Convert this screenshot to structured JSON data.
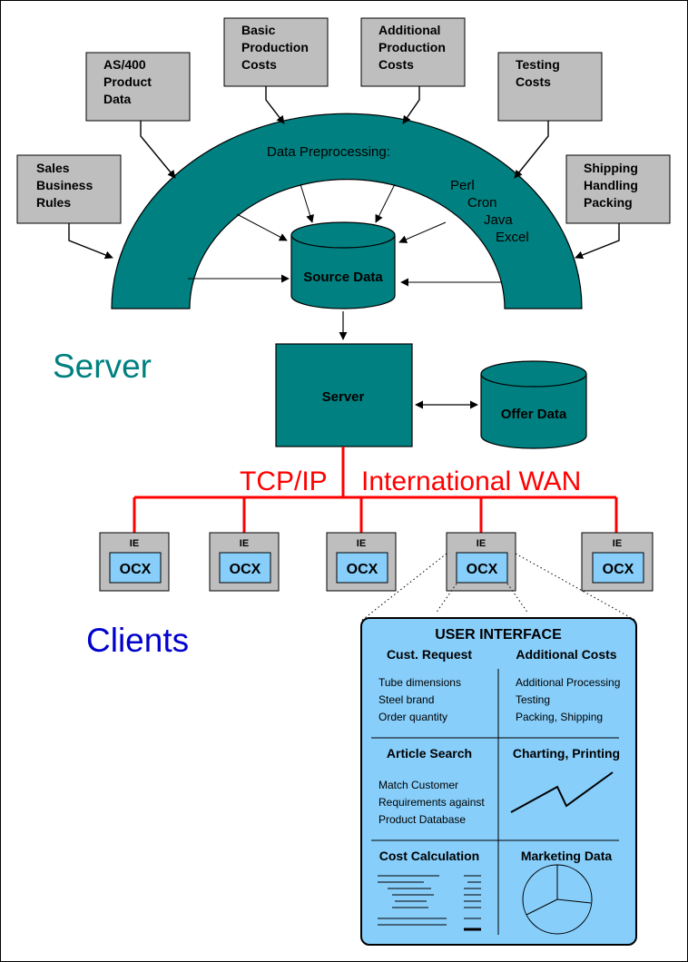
{
  "colors": {
    "teal": "#008080",
    "wan": "#ff0000",
    "gray_box": "#bebebe",
    "client_blue": "#87cefa",
    "clients_label": "#0000cd",
    "line": "#000000"
  },
  "inputs": {
    "sales": [
      "Sales",
      "Business",
      "Rules"
    ],
    "as400": [
      "AS/400",
      "Product",
      "Data"
    ],
    "basic": [
      "Basic",
      "Production",
      "Costs"
    ],
    "additional": [
      "Additional",
      "Production",
      "Costs"
    ],
    "testing": [
      "Testing",
      "Costs"
    ],
    "shipping": [
      "Shipping",
      "Handling",
      "Packing"
    ]
  },
  "preprocessing": {
    "title": "Data Preprocessing:",
    "tools": [
      "Perl",
      "Cron",
      "Java",
      "Excel"
    ]
  },
  "source_data": "Source Data",
  "server_section_label": "Server",
  "server_box": "Server",
  "offer_data": "Offer Data",
  "network": {
    "protocol": "TCP/IP",
    "wan": "International WAN"
  },
  "clients_label": "Clients",
  "client_nodes": [
    {
      "browser": "IE",
      "control": "OCX"
    },
    {
      "browser": "IE",
      "control": "OCX"
    },
    {
      "browser": "IE",
      "control": "OCX"
    },
    {
      "browser": "IE",
      "control": "OCX"
    },
    {
      "browser": "IE",
      "control": "OCX"
    }
  ],
  "ui": {
    "title": "USER INTERFACE",
    "cust_request": {
      "heading": "Cust. Request",
      "lines": [
        "Tube dimensions",
        "Steel brand",
        "Order quantity"
      ]
    },
    "additional_costs": {
      "heading": "Additional Costs",
      "lines": [
        "Additional Processing",
        "Testing",
        "Packing, Shipping"
      ]
    },
    "article_search": {
      "heading": "Article Search",
      "lines": [
        "Match Customer",
        "Requirements against",
        "Product Database"
      ]
    },
    "charting": {
      "heading": "Charting, Printing"
    },
    "cost_calc": {
      "heading": "Cost Calculation"
    },
    "marketing": {
      "heading": "Marketing Data"
    }
  }
}
